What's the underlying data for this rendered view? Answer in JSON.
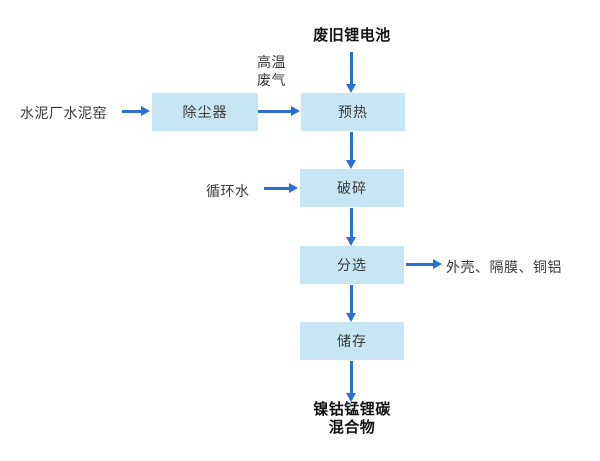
{
  "colors": {
    "box_fill": "#c7e6f5",
    "arrow": "#2b6fd3",
    "text": "#3a3a3a",
    "bold_text": "#141414",
    "bg": "#ffffff"
  },
  "diagram": {
    "nodes": {
      "dust_remover": {
        "label": "除尘器"
      },
      "preheat": {
        "label": "预热"
      },
      "crush": {
        "label": "破碎"
      },
      "sort": {
        "label": "分选"
      },
      "store": {
        "label": "储存"
      }
    },
    "labels": {
      "battery_input": "废旧锂电池",
      "cement_kiln": "水泥厂水泥窑",
      "hot_exhaust_gas": "高温\n废气",
      "circulating_water": "循环水",
      "sorted_outputs": "外壳、隔膜、铜铝",
      "final_mixture": "镍钴锰锂碳\n混合物"
    }
  }
}
